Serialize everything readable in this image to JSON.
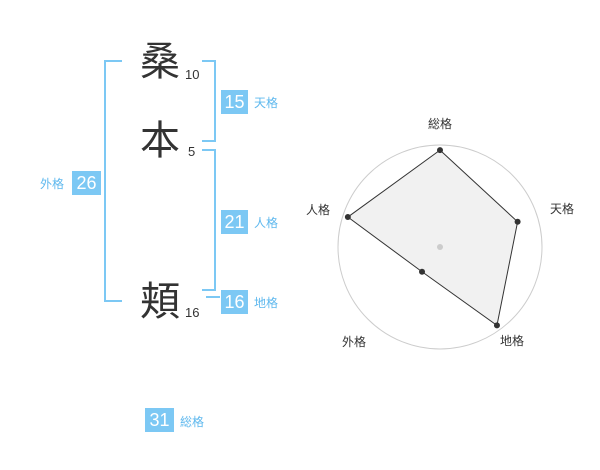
{
  "name": {
    "chars": [
      {
        "char": "桑",
        "strokes": "10"
      },
      {
        "char": "本",
        "strokes": "5"
      },
      {
        "char": "頬",
        "strokes": "16"
      }
    ]
  },
  "grades": {
    "tenkaku": {
      "value": "15",
      "label": "天格"
    },
    "jinkaku": {
      "value": "21",
      "label": "人格"
    },
    "chikaku": {
      "value": "16",
      "label": "地格"
    },
    "gaikaku": {
      "value": "26",
      "label": "外格"
    },
    "soukaku": {
      "value": "31",
      "label": "総格"
    }
  },
  "colors": {
    "accent": "#7cc8f4",
    "accent_text": "#5eb8ee",
    "text": "#333333",
    "radar_fill": "#eeeeee",
    "radar_grid": "#cccccc"
  },
  "chart_data": {
    "type": "radar",
    "axes": [
      "総格",
      "天格",
      "地格",
      "外格",
      "人格"
    ],
    "values": [
      0.95,
      0.8,
      0.95,
      0.3,
      0.95
    ],
    "max": 1,
    "rings": 5
  }
}
